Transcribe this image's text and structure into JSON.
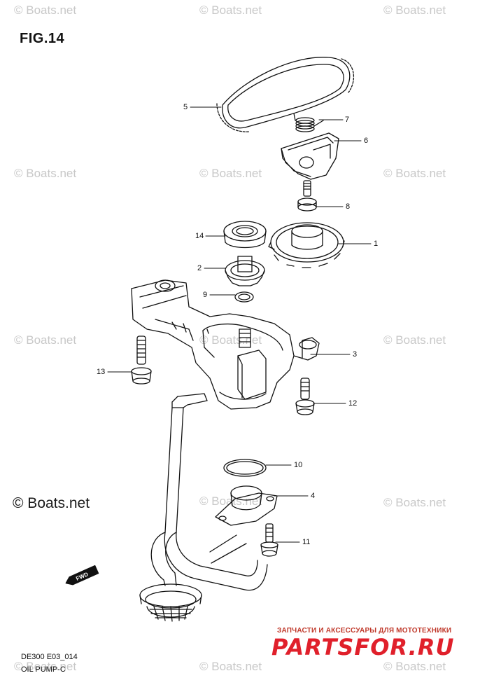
{
  "figure": {
    "title": "FIG.14"
  },
  "watermark": {
    "text": "© Boats.net",
    "large_text": "© Boats.net"
  },
  "callouts": [
    "5",
    "7",
    "6",
    "8",
    "14",
    "1",
    "2",
    "9",
    "3",
    "13",
    "12",
    "10",
    "4",
    "11"
  ],
  "fwd_label": "FWD",
  "caption": {
    "line1": "DE300 E03_014",
    "line2": "OIL PUMP-C"
  },
  "brand": {
    "tagline": "ЗАПЧАСТИ И АКСЕССУАРЫ ДЛЯ МОТОТЕХНИКИ",
    "logo": "PARTSFOR.RU",
    "color": "#e0202b"
  }
}
